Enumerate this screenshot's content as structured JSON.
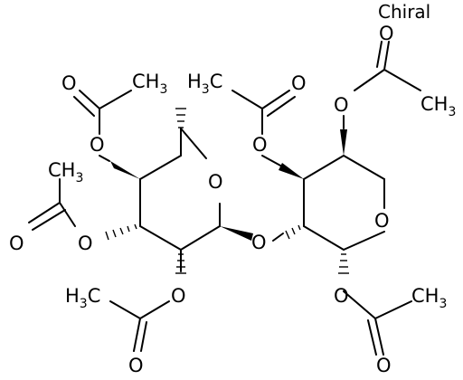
{
  "flag": "Chiral",
  "atoms": {
    "oxygen": "O",
    "carbon": "C",
    "hydrogen": "H",
    "h_count": "3"
  }
}
